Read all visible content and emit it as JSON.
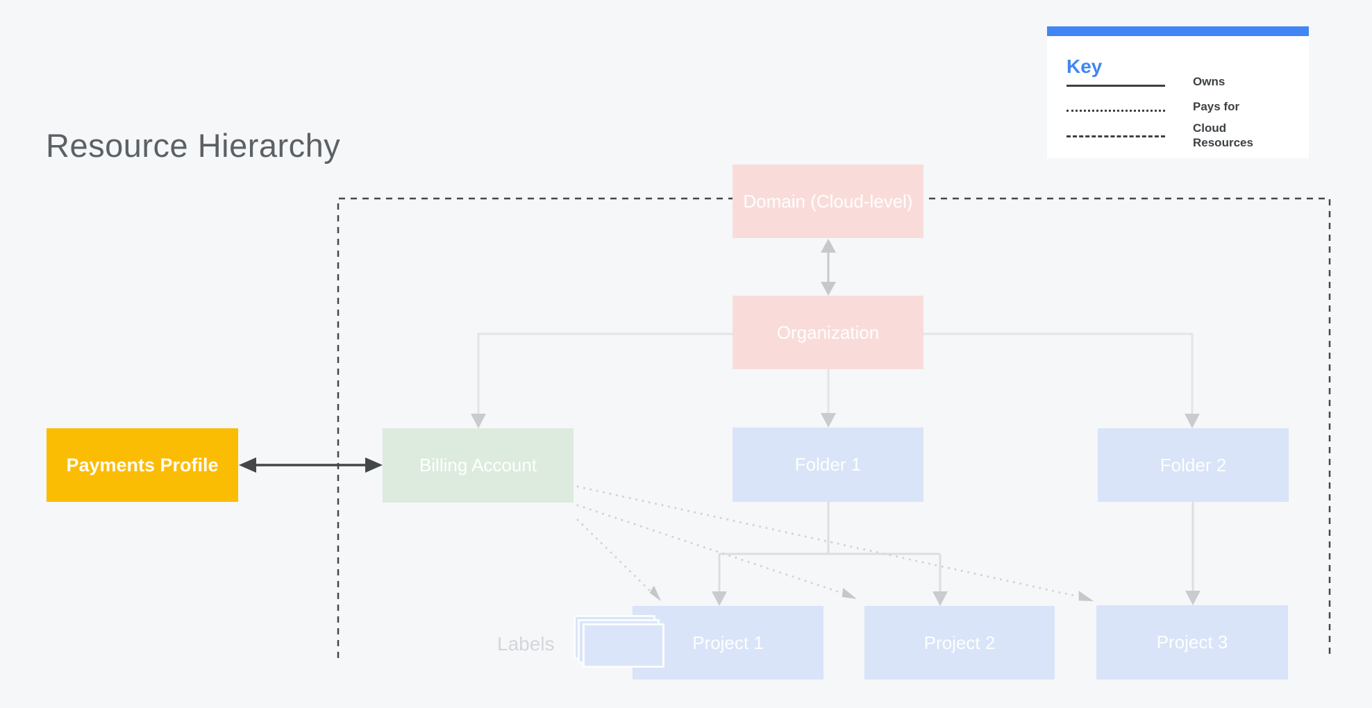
{
  "page": {
    "title": "Resource Hierarchy",
    "background_color": "#f5f7f9"
  },
  "legend": {
    "title": "Key",
    "accent_color": "#4285f4",
    "items": [
      {
        "line_style": "solid",
        "label": "Owns"
      },
      {
        "line_style": "dotted",
        "label": "Pays for"
      },
      {
        "line_style": "dashed",
        "label": "Cloud Resources"
      }
    ]
  },
  "nodes": {
    "domain": {
      "label": "Domain (Cloud-level)",
      "color": "#f9dcda"
    },
    "organization": {
      "label": "Organization",
      "color": "#f9dcda"
    },
    "payments": {
      "label": "Payments Profile",
      "color": "#fbbc04"
    },
    "billing": {
      "label": "Billing Account",
      "color": "#dcebdd"
    },
    "folder1": {
      "label": "Folder 1",
      "color": "#d9e4f8"
    },
    "folder2": {
      "label": "Folder 2",
      "color": "#d9e4f8"
    },
    "project1": {
      "label": "Project 1",
      "color": "#d9e4f8"
    },
    "project2": {
      "label": "Project 2",
      "color": "#d9e4f8"
    },
    "project3": {
      "label": "Project 3",
      "color": "#d9e4f8"
    }
  },
  "annotations": {
    "labels_caption": "Labels"
  },
  "edges": [
    {
      "from": "Domain (Cloud-level)",
      "to": "Organization",
      "relation": "Owns",
      "bidirectional": true
    },
    {
      "from": "Organization",
      "to": "Billing Account",
      "relation": "Owns"
    },
    {
      "from": "Organization",
      "to": "Folder 1",
      "relation": "Owns"
    },
    {
      "from": "Organization",
      "to": "Folder 2",
      "relation": "Owns"
    },
    {
      "from": "Folder 1",
      "to": "Project 1",
      "relation": "Owns"
    },
    {
      "from": "Folder 1",
      "to": "Project 2",
      "relation": "Owns"
    },
    {
      "from": "Folder 2",
      "to": "Project 3",
      "relation": "Owns"
    },
    {
      "from": "Payments Profile",
      "to": "Billing Account",
      "relation": "Owns",
      "bidirectional": true
    },
    {
      "from": "Billing Account",
      "to": "Project 1",
      "relation": "Pays for"
    },
    {
      "from": "Billing Account",
      "to": "Project 2",
      "relation": "Pays for"
    },
    {
      "from": "Billing Account",
      "to": "Project 3",
      "relation": "Pays for"
    }
  ],
  "boundary": {
    "style": "dashed",
    "meaning": "Cloud Resources"
  }
}
